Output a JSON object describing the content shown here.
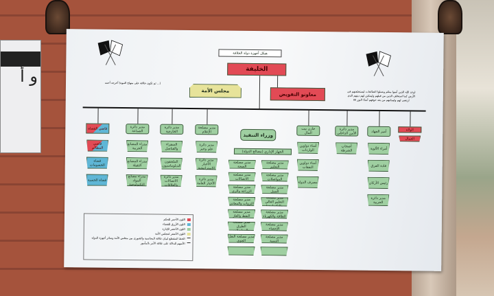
{
  "chart_title": "هيكل أجهزة دولة الخلافة",
  "top": {
    "caliph": "الخليفة",
    "assistants": "معاونو التفويض",
    "ummah_council": "مجلس الأمة"
  },
  "left_quote": "(... ثم تكون خلافة على منهاج النبوة) أخرجه أحمد",
  "right_quote": "(وعد الله الذين آمنوا منكم وعملوا الصالحات ليستخلفنهم في الأرض كما استخلف الذين من قبلهم وليمكنن لهم دينهم الذي ارتضى لهم وليبدلنهم من بعد خوفهم أمنا) النور ٥٥",
  "columns": [
    {
      "head": "قاضي القضاة",
      "items": [
        "قاضي المظالم",
        "قضاة الخصومات",
        "قضاة الحسبة"
      ]
    },
    {
      "head": "مدير دائرة الصناعة",
      "items": [
        "مدراء المصانع الحربية",
        "مدراء المصانع الثقيلة",
        "مدراء مصانع المواد التكنولوجية"
      ]
    },
    {
      "head": "مدير دائرة الخارجية",
      "items": [
        "السفراء والقناصل",
        "الملحقون الدبلوماسيون",
        "مدير دائرة الاتصالات والعلاقات"
      ]
    },
    {
      "head": "مدير مصلحة الإعلام",
      "items": [
        "مدير دائرة علم وخبر",
        "مدير دائرة الأخبار الاستراتيجية",
        "مدير دائرة الأخبار العامة"
      ]
    },
    {
      "head": "خازن بيت المال",
      "items": [
        "أمناء دواوين الواردات",
        "أمناء دواوين النفقات",
        "مصرف الدولة"
      ]
    },
    {
      "head": "مدير دائرة الأمن الداخلي",
      "items": [
        "أصحاب الشرطة"
      ]
    },
    {
      "head": "أمير الجهاد",
      "items": [
        "أمراء الألوية",
        "قادة الفرق",
        "رئيس الأركان",
        "مدير دائرة الحربية"
      ]
    },
    {
      "head": "الولاة",
      "items": [
        "العمال"
      ]
    }
  ],
  "executive": {
    "head": "وزراء التنفيذ",
    "admin": "الجهاز الإداري (مصالح الدولة)",
    "left": [
      "مدير مصلحة الصحة",
      "مدير مصلحة الاتصالات",
      "مدير مصلحة الزراعة والري",
      "مدير مصلحة الثروات والمعادن",
      "مدير مصلحة النفط والغاز",
      "مدير مصلحة الطرق والمواصلات",
      "مدير مصلحة النقل الجوي",
      ""
    ],
    "right": [
      "مدير مصلحة التعليم",
      "مدير مصلحة المواصلات",
      "مدير مصلحة العمل",
      "مدير مصلحة التعليم العالي والتكنولوجيا",
      "مدير مصلحة الطاقة والكهرباء",
      "مدير مصلحة الإحصاء",
      "مدير مصلحة التنمية",
      ""
    ]
  },
  "legend": [
    {
      "color": "#e24a55",
      "label": "اللون الأحمر للحكم"
    },
    {
      "color": "#5fb6d6",
      "label": "اللون الأزرق للقضاء"
    },
    {
      "color": "#9fcfa1",
      "label": "اللون الأخضر للإدارة"
    },
    {
      "color": "#e7e39a",
      "label": "اللون الأصفر لمجلس الأمة"
    },
    {
      "color": "",
      "label": "الخط المتقطع لبيان علاقة المحاسبة والشورى بين مجلس الأمة وسائر أجهزة الدولة"
    },
    {
      "color": "",
      "label": "الأسهم للدلالة على علاقة الأمر بالمأمور"
    }
  ],
  "side_sign": "و أ"
}
